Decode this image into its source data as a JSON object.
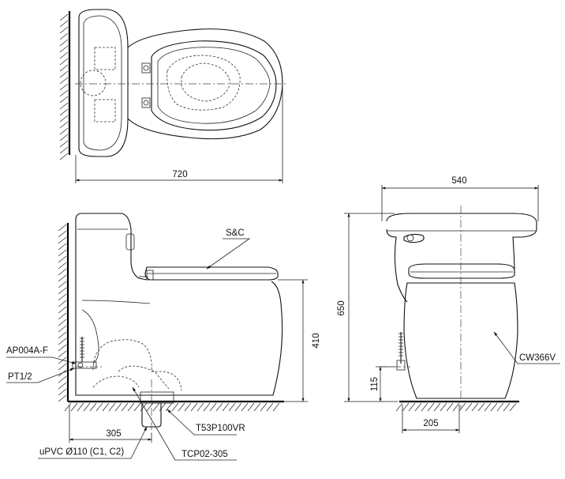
{
  "dimensions": {
    "length": "720",
    "width": "540",
    "height": "650",
    "seat_height": "410",
    "rough_in": "305",
    "supply_height": "115",
    "base_width": "205"
  },
  "labels": {
    "seat_cover": "S&C",
    "angle_valve": "AP004A-F",
    "thread": "PT1/2",
    "body": "CW366V",
    "flange": "T53P100VR",
    "drain_pipe": "uPVC Ø110 (C1, C2)",
    "connector": "TCP02-305"
  }
}
